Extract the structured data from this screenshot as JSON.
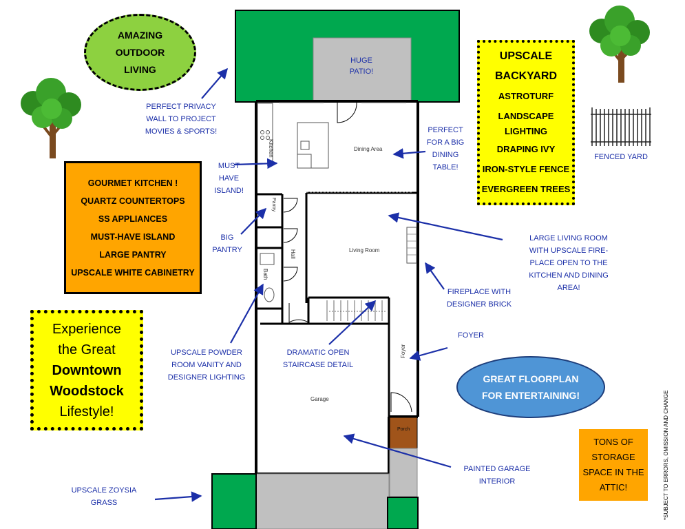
{
  "callouts": {
    "outdoor_living": [
      "AMAZING",
      "OUTDOOR",
      "LIVING"
    ],
    "backyard": [
      "UPSCALE",
      "BACKYARD",
      "ASTROTURF",
      "LANDSCAPE",
      "LIGHTING",
      "DRAPING IVY",
      "IRON-STYLE FENCE",
      "EVERGREEN TREES"
    ],
    "kitchen": [
      "GOURMET KITCHEN !",
      "QUARTZ COUNTERTOPS",
      "SS APPLIANCES",
      "MUST-HAVE ISLAND",
      "LARGE PANTRY",
      "UPSCALE WHITE CABINETRY"
    ],
    "lifestyle": [
      "Experience",
      "the Great",
      "Downtown",
      "Woodstock",
      "Lifestyle!"
    ],
    "floorplan": [
      "GREAT FLOORPLAN",
      "FOR ENTERTAINING!"
    ],
    "storage": [
      "TONS OF",
      "STORAGE",
      "SPACE IN THE",
      "ATTIC!"
    ]
  },
  "annotations": {
    "privacy_wall": [
      "PERFECT PRIVACY",
      "WALL TO PROJECT",
      "MOVIES & SPORTS!"
    ],
    "must_have_island": [
      "MUST",
      "HAVE",
      "ISLAND!"
    ],
    "big_pantry": [
      "BIG",
      "PANTRY"
    ],
    "dining_table": [
      "PERFECT",
      "FOR A BIG",
      "DINING",
      "TABLE!"
    ],
    "fenced_yard": [
      "FENCED YARD"
    ],
    "living_room": [
      "LARGE LIVING ROOM",
      "WITH UPSCALE FIRE-",
      "PLACE OPEN TO THE",
      "KITCHEN AND DINING",
      "AREA!"
    ],
    "fireplace": [
      "FIREPLACE WITH",
      "DESIGNER BRICK"
    ],
    "foyer": [
      "FOYER"
    ],
    "powder_room": [
      "UPSCALE POWDER",
      "ROOM VANITY AND",
      "DESIGNER LIGHTING"
    ],
    "staircase": [
      "DRAMATIC OPEN",
      "STAIRCASE DETAIL"
    ],
    "garage_interior": [
      "PAINTED GARAGE",
      "INTERIOR"
    ],
    "zoysia": [
      "UPSCALE ZOYSIA",
      "GRASS"
    ],
    "patio": [
      "HUGE",
      "PATIO!"
    ]
  },
  "rooms": {
    "kitchen": "Kitchen",
    "dining": "Dining Area",
    "pantry": "Pantry",
    "living": "Living Room",
    "hall": "Hall",
    "bath": "Bath",
    "garage": "Garage",
    "foyer": "Foyer",
    "porch": "Porch"
  },
  "disclaimer": "*SUBJECT TO ERRORS, OMISSION AND CHANGE",
  "colors": {
    "lawn": "#00a84f",
    "lime": "#8dd140",
    "yellow": "#ffff00",
    "orange": "#ffa500",
    "blue_oval": "#4f95d6",
    "text_blue": "#1b2fa8",
    "patio_gray": "#c0c0c0",
    "porch_brown": "#a0541a"
  }
}
